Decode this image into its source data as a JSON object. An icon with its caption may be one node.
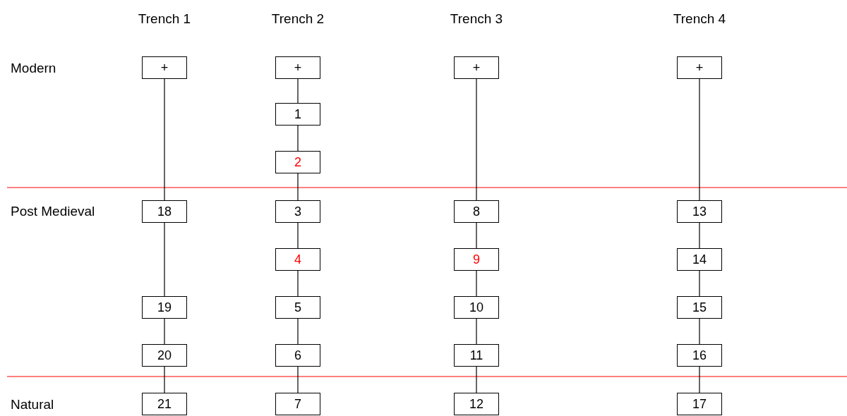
{
  "diagram": {
    "nodes": [
      {
        "text": [
          "+"
        ]
      },
      {
        "text": [
          "18"
        ]
      },
      {
        "text": [
          "19"
        ]
      },
      {
        "text": [
          "20"
        ]
      },
      {
        "text": [
          "21"
        ]
      },
      {
        "text": [
          "+"
        ]
      },
      {
        "text": [
          "1"
        ]
      },
      {
        "text": [
          "2"
        ]
      },
      {
        "text": [
          "3"
        ]
      },
      {
        "text": [
          "4"
        ]
      },
      {
        "text": [
          "5"
        ]
      },
      {
        "text": [
          "6"
        ]
      },
      {
        "text": [
          "7"
        ]
      },
      {
        "text": [
          "+"
        ]
      },
      {
        "text": [
          "8"
        ]
      },
      {
        "text": [
          "9"
        ]
      },
      {
        "text": [
          "10"
        ]
      },
      {
        "text": [
          "11"
        ]
      },
      {
        "text": [
          "12"
        ]
      },
      {
        "text": [
          "+"
        ]
      },
      {
        "text": [
          "13"
        ]
      },
      {
        "text": [
          "14"
        ]
      },
      {
        "text": [
          "15"
        ]
      },
      {
        "text": [
          "16"
        ]
      },
      {
        "text": [
          "17"
        ]
      }
    ],
    "edges": [
      {
        "from": 0,
        "to": 1,
        "arrow": "none"
      },
      {
        "from": 1,
        "to": 2,
        "arrow": "none"
      },
      {
        "from": 2,
        "to": 3,
        "arrow": "none"
      },
      {
        "from": 3,
        "to": 4,
        "arrow": "none"
      },
      {
        "from": 5,
        "to": 6,
        "arrow": "none"
      },
      {
        "from": 6,
        "to": 7,
        "arrow": "none"
      },
      {
        "from": 7,
        "to": 8,
        "arrow": "none"
      },
      {
        "from": 8,
        "to": 9,
        "arrow": "none"
      },
      {
        "from": 9,
        "to": 10,
        "arrow": "none"
      },
      {
        "from": 10,
        "to": 11,
        "arrow": "none"
      },
      {
        "from": 11,
        "to": 12,
        "arrow": "none"
      },
      {
        "from": 13,
        "to": 14,
        "arrow": "none"
      },
      {
        "from": 14,
        "to": 15,
        "arrow": "none"
      },
      {
        "from": 15,
        "to": 16,
        "arrow": "none"
      },
      {
        "from": 16,
        "to": 17,
        "arrow": "none"
      },
      {
        "from": 17,
        "to": 18,
        "arrow": "none"
      },
      {
        "from": 19,
        "to": 20,
        "arrow": "none"
      },
      {
        "from": 20,
        "to": 21,
        "arrow": "none"
      },
      {
        "from": 21,
        "to": 22,
        "arrow": "none"
      },
      {
        "from": 22,
        "to": 23,
        "arrow": "none"
      },
      {
        "from": 23,
        "to": 24,
        "arrow": "none"
      }
    ],
    "labels": [
      "Trench 1",
      "Trench 2",
      "Trench 3",
      "Trench 4",
      "Modern",
      "Post Medieval",
      "Natural"
    ]
  }
}
